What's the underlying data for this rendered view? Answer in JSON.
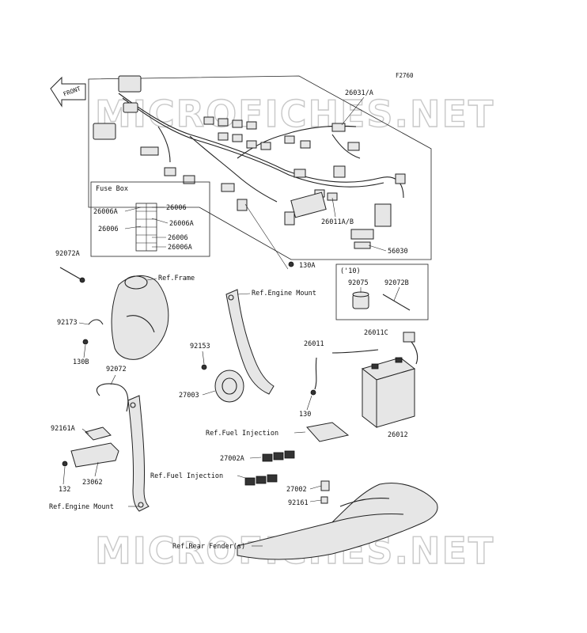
{
  "figure_code": "F2760",
  "watermark": "MICROFICHES.NET",
  "front_label": "FRONT",
  "fuse_box": {
    "title": "Fuse Box",
    "labels": [
      "26006A",
      "26006",
      "26006A",
      "26006",
      "26006",
      "26006A"
    ]
  },
  "variant_box": {
    "title": "('10)",
    "parts": [
      "92075",
      "92072B"
    ]
  },
  "callouts": {
    "p26031": "26031/A",
    "p26011ab": "26011A/B",
    "p56030": "56030",
    "p130a": "130A",
    "p92072a": "92072A",
    "ref_frame": "Ref.Frame",
    "ref_engine_mount_top": "Ref.Engine Mount",
    "p92173": "92173",
    "p130b": "130B",
    "p92153": "92153",
    "p26011": "26011",
    "p26011c": "26011C",
    "p27003": "27003",
    "p92072": "92072",
    "p130": "130",
    "p26012": "26012",
    "p92161a": "92161A",
    "ref_fuel_injection_1": "Ref.Fuel Injection",
    "p27002a": "27002A",
    "ref_fuel_injection_2": "Ref.Fuel Injection",
    "p132": "132",
    "p23062": "23062",
    "p27002": "27002",
    "p92161": "92161",
    "ref_engine_mount_bottom": "Ref.Engine Mount",
    "ref_rear_fender": "Ref.Rear Fender(s)"
  }
}
